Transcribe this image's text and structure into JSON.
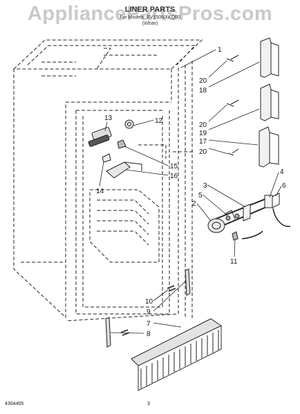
{
  "watermark": "AppliancePartsPros.com",
  "header": {
    "title": "LINER PARTS",
    "subtitle": "For Models: EV150NXKQ00",
    "note": "(White)"
  },
  "callouts": [
    "1",
    "20",
    "18",
    "20",
    "19",
    "17",
    "20",
    "13",
    "12",
    "15",
    "16",
    "14",
    "4",
    "6",
    "3",
    "5",
    "2",
    "11",
    "10",
    "9",
    "7",
    "8"
  ],
  "footer": {
    "doc_number": "4304405",
    "page_number": "3"
  }
}
